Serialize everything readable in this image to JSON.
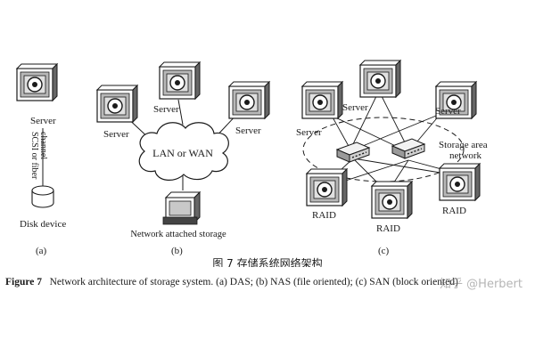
{
  "panel_a": {
    "server_label": "Server",
    "link_label_line1": "SCSI or fiber",
    "link_label_line2": "channel",
    "disk_label": "Disk device",
    "sub_label": "(a)"
  },
  "panel_b": {
    "server_labels": [
      "Server",
      "Server",
      "Server"
    ],
    "cloud_label": "LAN or WAN",
    "nas_label": "Network attached storage",
    "sub_label": "(b)"
  },
  "panel_c": {
    "server_labels": [
      "Server",
      "Server",
      "Server"
    ],
    "san_label_line1": "Storage area",
    "san_label_line2": "network",
    "raid_labels": [
      "RAID",
      "RAID",
      "RAID"
    ],
    "sub_label": "(c)"
  },
  "caption": {
    "zh": "图 7   存储系统网络架构",
    "en_prefix": "Figure 7",
    "en_text": "Network architecture of storage system. (a) DAS; (b) NAS (file oriented); (c) SAN (block oriented)"
  },
  "watermark": "知乎 @Herbert"
}
